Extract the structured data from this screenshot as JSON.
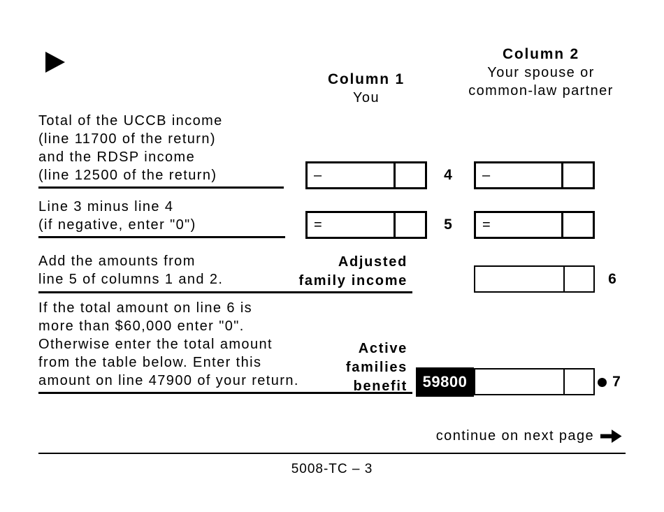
{
  "form": {
    "continue_text": "continue on next page",
    "footer_text": "5008-TC – 3"
  },
  "columns": {
    "col1": {
      "title": "Column 1",
      "subtitle": "You"
    },
    "col2": {
      "title": "Column 2",
      "subtitle_line1": "Your spouse or",
      "subtitle_line2": "common-law partner"
    }
  },
  "rows": [
    {
      "line_no": "4",
      "description_lines": [
        "Total of the UCCB income",
        "(line 11700 of the return)",
        "and the RDSP income",
        "(line 12500 of the return)"
      ],
      "col1_operator": "–",
      "col2_operator": "–",
      "col1_value": "",
      "col2_value": ""
    },
    {
      "line_no": "5",
      "description_lines": [
        "Line 3 minus line 4",
        "(if negative, enter \"0\")"
      ],
      "col1_operator": "=",
      "col2_operator": "=",
      "col1_value": "",
      "col2_value": ""
    },
    {
      "line_no": "6",
      "description_lines": [
        "Add the amounts from",
        "line 5 of columns 1 and 2."
      ],
      "bold_label_lines": [
        "Adjusted",
        "family income"
      ],
      "value": ""
    },
    {
      "line_no": "7",
      "description_lines": [
        "If the total amount on line 6 is",
        "more than $60,000 enter \"0\".",
        "Otherwise enter the total amount",
        "from the table below. Enter this",
        "amount on line 47900 of your return."
      ],
      "bold_label_lines": [
        "Active",
        "families",
        "benefit"
      ],
      "field_code": "59800",
      "value": ""
    }
  ]
}
